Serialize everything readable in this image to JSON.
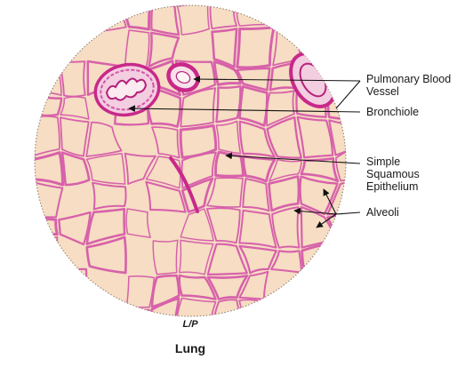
{
  "labels": {
    "pulmonary_blood_vessel": [
      "Pulmonary Blood",
      "Vessel"
    ],
    "bronchiole": "Bronchiole",
    "simple_squamous_epithelium": [
      "Simple",
      "Squamous",
      "Epithelium"
    ],
    "alveoli": "Alveoli"
  },
  "magnification": "L/P",
  "caption": "Lung",
  "colors": {
    "tissue_background": "#f6ddc3",
    "alveolar_wall": "#d454a8",
    "vessel_wall": "#c8288a",
    "pointer_line": "#111111",
    "field_border": "#8a7a6a"
  }
}
